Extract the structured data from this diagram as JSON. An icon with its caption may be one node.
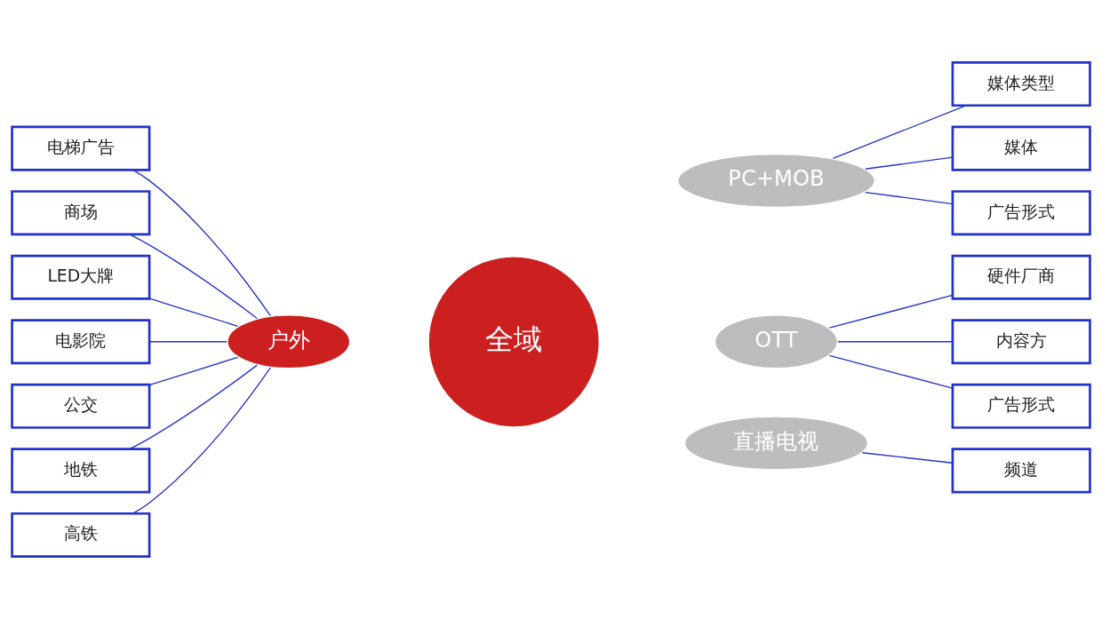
{
  "diagram": {
    "nodes": [
      {
        "text": [
          "全域"
        ]
      },
      {
        "text": [
          "户外"
        ]
      },
      {
        "text": [
          "PC+MOB"
        ]
      },
      {
        "text": [
          "OTT"
        ]
      },
      {
        "text": [
          "直播电视"
        ]
      },
      {
        "text": [
          "电梯广告"
        ]
      },
      {
        "text": [
          "商场"
        ]
      },
      {
        "text": [
          "LED大牌"
        ]
      },
      {
        "text": [
          "电影院"
        ]
      },
      {
        "text": [
          "公交"
        ]
      },
      {
        "text": [
          "地铁"
        ]
      },
      {
        "text": [
          "高铁"
        ]
      },
      {
        "text": [
          "媒体类型"
        ]
      },
      {
        "text": [
          "媒体"
        ]
      },
      {
        "text": [
          "广告形式"
        ]
      },
      {
        "text": [
          "硬件厂商"
        ]
      },
      {
        "text": [
          "内容方"
        ]
      },
      {
        "text": [
          "广告形式"
        ]
      },
      {
        "text": [
          "频道"
        ]
      }
    ],
    "edges": [
      {
        "from": 5,
        "to": 1,
        "arrow": "none"
      },
      {
        "from": 6,
        "to": 1,
        "arrow": "none"
      },
      {
        "from": 7,
        "to": 1,
        "arrow": "none"
      },
      {
        "from": 8,
        "to": 1,
        "arrow": "none"
      },
      {
        "from": 9,
        "to": 1,
        "arrow": "none"
      },
      {
        "from": 10,
        "to": 1,
        "arrow": "none"
      },
      {
        "from": 11,
        "to": 1,
        "arrow": "none"
      },
      {
        "from": 2,
        "to": 12,
        "arrow": "none"
      },
      {
        "from": 2,
        "to": 13,
        "arrow": "none"
      },
      {
        "from": 2,
        "to": 14,
        "arrow": "none"
      },
      {
        "from": 3,
        "to": 15,
        "arrow": "none"
      },
      {
        "from": 3,
        "to": 16,
        "arrow": "none"
      },
      {
        "from": 3,
        "to": 17,
        "arrow": "none"
      },
      {
        "from": 4,
        "to": 18,
        "arrow": "none"
      }
    ]
  }
}
